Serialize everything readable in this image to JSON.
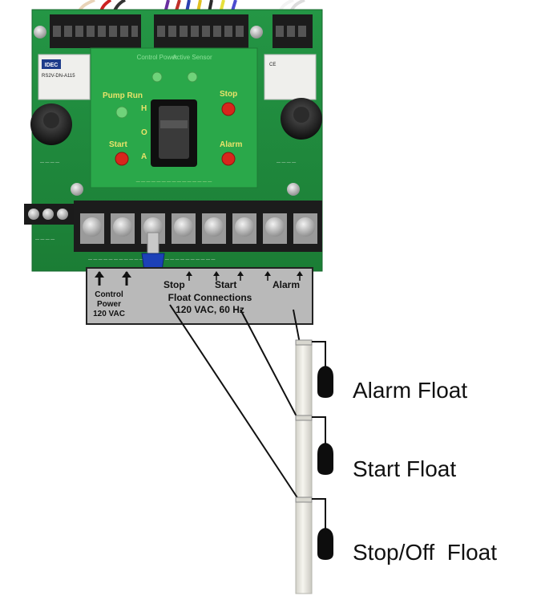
{
  "board": {
    "idec_logo": "IDEC",
    "relay_left_text": "RS2V-DN-A115",
    "relay_right_text": "CE",
    "control_power_label": "Control Power",
    "active_sensor_label": "Active Sensor",
    "pump_run_label": "Pump Run",
    "switch_h": "H",
    "switch_o": "O",
    "switch_a": "A",
    "start_label": "Start",
    "stop_label": "Stop",
    "alarm_label": "Alarm"
  },
  "plate": {
    "control_power_line1": "Control",
    "control_power_line2": "Power",
    "control_power_line3": "120 VAC",
    "stop": "Stop",
    "start": "Start",
    "alarm": "Alarm",
    "float_connections": "Float Connections",
    "voltage": "120 VAC, 60 Hz"
  },
  "floats": [
    {
      "label": "Alarm Float"
    },
    {
      "label": "Start Float"
    },
    {
      "label": "Stop/Off  Float"
    }
  ],
  "colors": {
    "board_green": "#1f8a3b",
    "panel_green": "#2aa84a",
    "led_red": "#d8261c",
    "led_green": "#6fd37a",
    "plate_gray": "#b9b9b9",
    "pipe": "#ecebe4",
    "terminal_black": "#1c1c1c"
  }
}
